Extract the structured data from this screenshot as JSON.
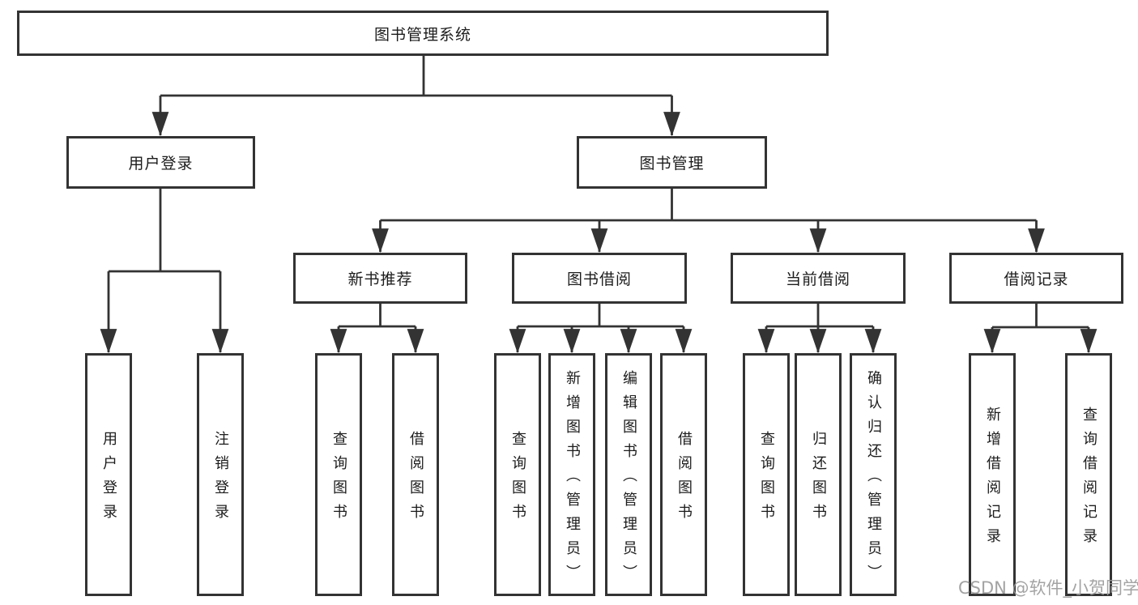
{
  "diagram_type": "hierarchy-tree",
  "tree": {
    "label": "图书管理系统",
    "children": [
      {
        "label": "用户登录",
        "children": [
          {
            "label": "用户登录"
          },
          {
            "label": "注销登录"
          }
        ]
      },
      {
        "label": "图书管理",
        "children": [
          {
            "label": "新书推荐",
            "children": [
              {
                "label": "查询图书"
              },
              {
                "label": "借阅图书"
              }
            ]
          },
          {
            "label": "图书借阅",
            "children": [
              {
                "label": "查询图书"
              },
              {
                "label": "新增图书（管理员）"
              },
              {
                "label": "编辑图书（管理员）"
              },
              {
                "label": "借阅图书"
              }
            ]
          },
          {
            "label": "当前借阅",
            "children": [
              {
                "label": "查询图书"
              },
              {
                "label": "归还图书"
              },
              {
                "label": "确认归还（管理员）"
              }
            ]
          },
          {
            "label": "借阅记录",
            "children": [
              {
                "label": "新增借阅记录"
              },
              {
                "label": "查询借阅记录"
              }
            ]
          }
        ]
      }
    ]
  },
  "watermark": {
    "text": "CSDN @软件_小贺同学"
  },
  "colors": {
    "line": "#333333",
    "box_background": "#ffffff",
    "text": "#1c1c1c",
    "watermark": "#9a9a9a"
  }
}
